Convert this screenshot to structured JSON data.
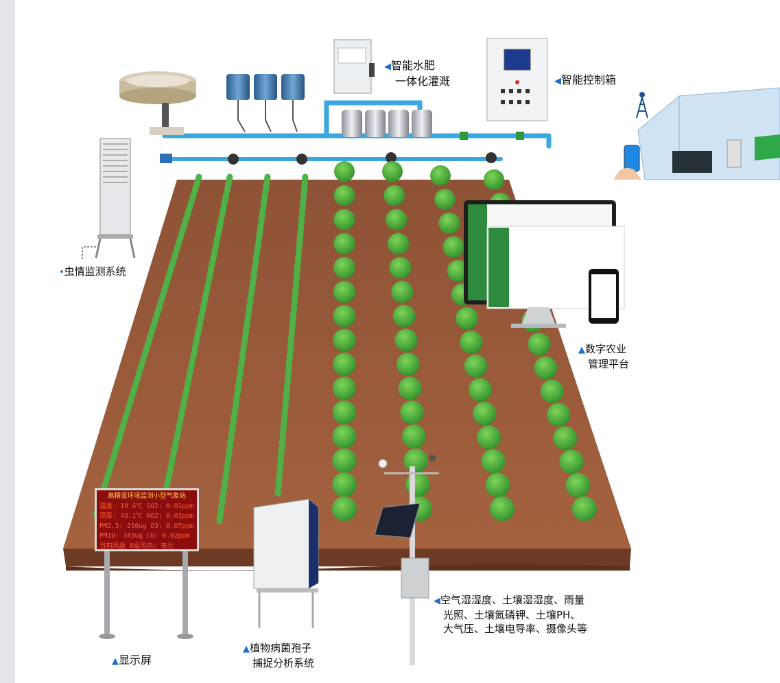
{
  "labels": {
    "irrigation": [
      "智能水肥",
      "一体化灌溉"
    ],
    "control_box": "智能控制箱",
    "pest_monitor": "虫情监测系统",
    "platform": [
      "数字农业",
      "管理平台"
    ],
    "sensors": [
      "空气湿湿度、土壤湿湿度、雨量",
      "光照、土壤氮磷钾、土壤PH、",
      "大气压、土壤电导率、摄像头等"
    ],
    "display": "显示屏",
    "spore": [
      "植物病菌孢子",
      "捕捉分析系统"
    ]
  },
  "led_display": {
    "title": "高精度环境监测小型气象站",
    "rows": [
      "温度: 19.6℃  SO2: 0.01ppm",
      "湿度: 43.1℃  NO2: 0.03ppm",
      "PM2.5: 210ug O3: 0.07ppm",
      "PM10: 343ug  CO: 0.02ppm",
      "当前风级 0级风向:    东北"
    ]
  },
  "colors": {
    "marker": "#1f6fd1",
    "soil": "#9a5b3c",
    "pipe": "#3ba7e0",
    "led_bg": "#8c0d0d",
    "led_text": "#ff5c3a",
    "plant_green": "#3faa3a"
  },
  "icons": [
    "water-tank-icon",
    "fertilizer-tank-icon",
    "control-box-icon",
    "signal-tower-icon",
    "smartphone-icon",
    "greenhouse-icon",
    "insect-trap-icon",
    "monitor-icon",
    "weather-station-icon",
    "solar-panel-icon",
    "spore-trap-icon"
  ]
}
